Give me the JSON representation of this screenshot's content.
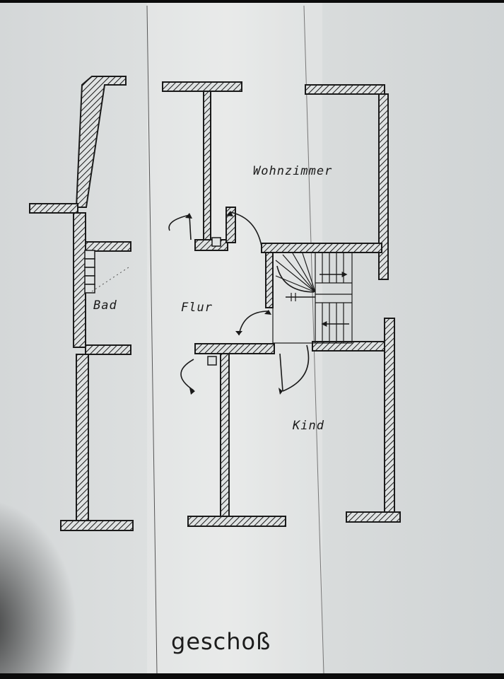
{
  "labels": {
    "wohnzimmer": "Wohnzimmer",
    "bad": "Bad",
    "flur": "Flur",
    "kind": "Kind"
  },
  "footer": {
    "title": "geschoß"
  },
  "colors": {
    "paper": "#dcdfdf",
    "ink": "#1a1a1a",
    "background": "#0b0b0b"
  }
}
